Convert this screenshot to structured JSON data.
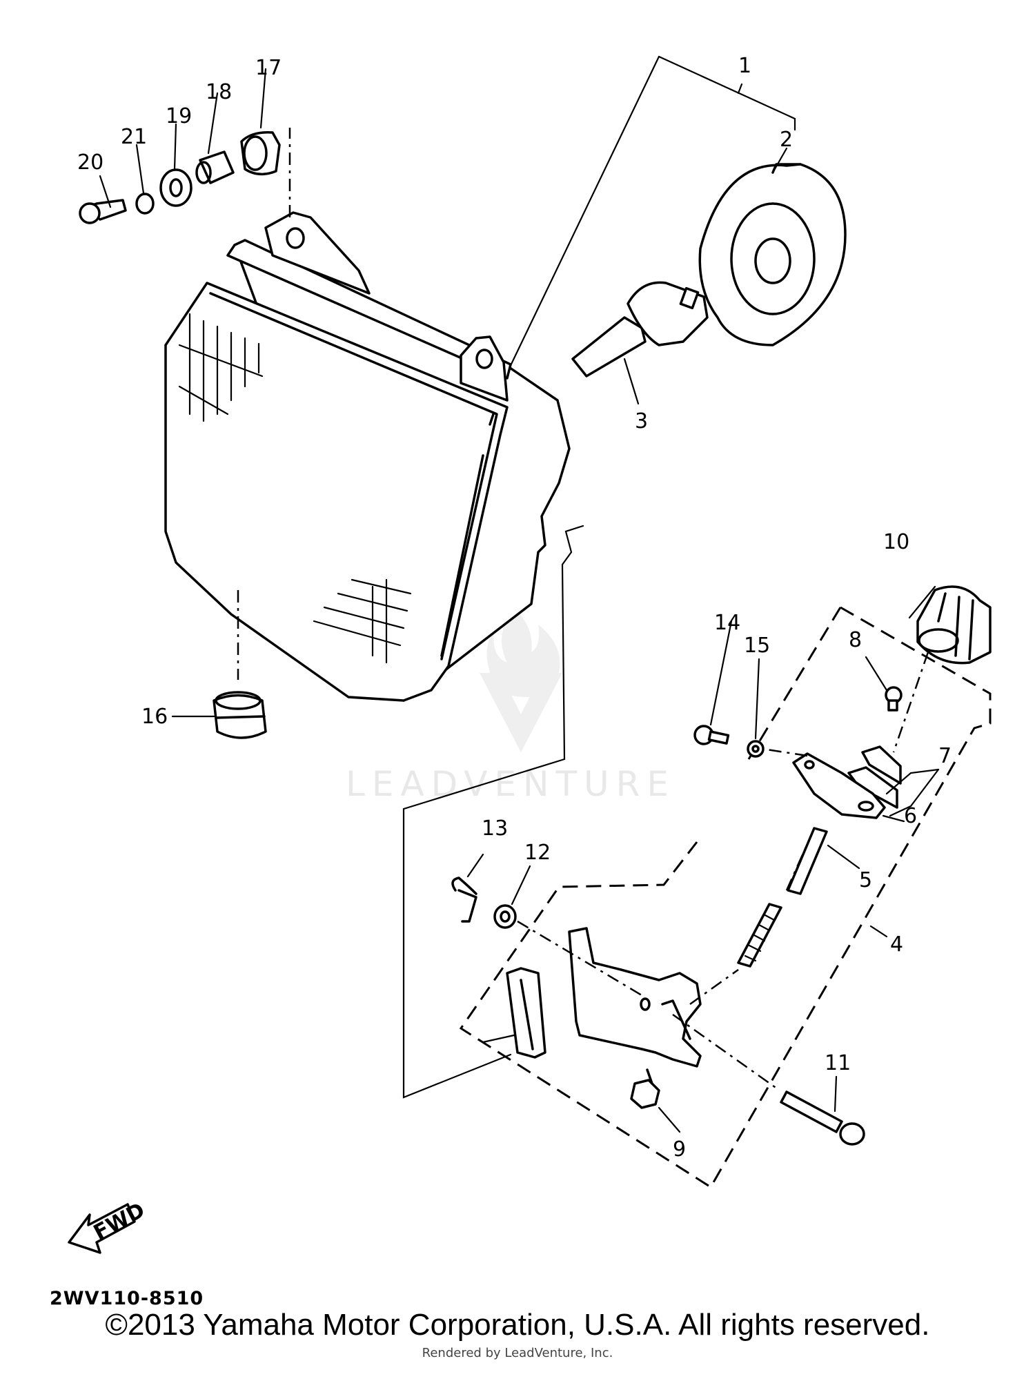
{
  "callouts": [
    "1",
    "2",
    "3",
    "4",
    "5",
    "6",
    "7",
    "8",
    "9",
    "10",
    "11",
    "12",
    "13",
    "14",
    "15",
    "16",
    "17",
    "18",
    "19",
    "20",
    "21"
  ],
  "diagram_code": "2WV110-8510",
  "fwd_label": "FWD",
  "watermark": "LEADVENTURE",
  "copyright": "©2013 Yamaha Motor Corporation, U.S.A. All rights reserved.",
  "rendered_by": "Rendered by LeadVenture, Inc."
}
